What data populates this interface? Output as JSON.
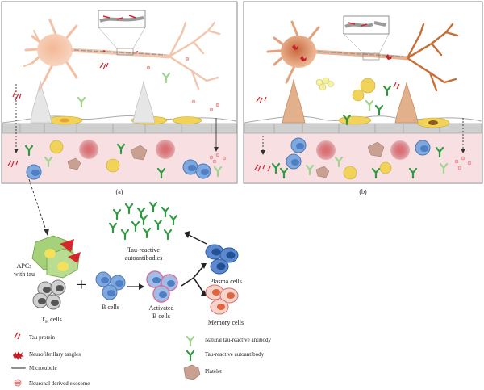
{
  "panels": {
    "a_label": "(a)",
    "b_label": "(b)"
  },
  "pathway": {
    "apcs_label_line1": "APCs",
    "apcs_label_line2": "with tau",
    "th_label_main": "T",
    "th_label_sub": "H",
    "th_label_rest": " cells",
    "plus": "+",
    "b_cells_label": "B cells",
    "activated_line1": "Activated",
    "activated_line2": "B cells",
    "plasma_label": "Plasma cells",
    "memory_label": "Memory cells",
    "autoantibodies_line1": "Tau-reactive",
    "autoantibodies_line2": "autoantibodies"
  },
  "legend": {
    "left": [
      {
        "icon": "tau-protein-icon",
        "label": "Tau protein"
      },
      {
        "icon": "neurofibrillary-tangle-icon",
        "label": "Neurofibrillary tangles"
      },
      {
        "icon": "microtubule-icon",
        "label": "Microtubule"
      },
      {
        "icon": "exosome-icon",
        "label": "Neuronal derived exosome"
      }
    ],
    "right": [
      {
        "icon": "natural-antibody-icon",
        "label": "Natural tau-reactive antibody"
      },
      {
        "icon": "autoantibody-icon",
        "label": "Tau-reactive autoantibody"
      },
      {
        "icon": "platelet-icon",
        "label": "Platelet"
      }
    ]
  },
  "colors": {
    "neuron": "#f6c9ae",
    "neuron_diseased": "#d9895c",
    "vessel": "#f7dde0",
    "endothelium": "#cfcfcf",
    "pericyte": "#f2d35a",
    "rbc": "#c92a2f",
    "antibody_dark": "#2e9a3f",
    "antibody_light": "#9fd58c",
    "bcell": "#7ea8de",
    "plasma": "#3f6fb7",
    "memory": "#f4c7bd",
    "apc": "#9ccb6d",
    "tau": "#d6262c"
  }
}
